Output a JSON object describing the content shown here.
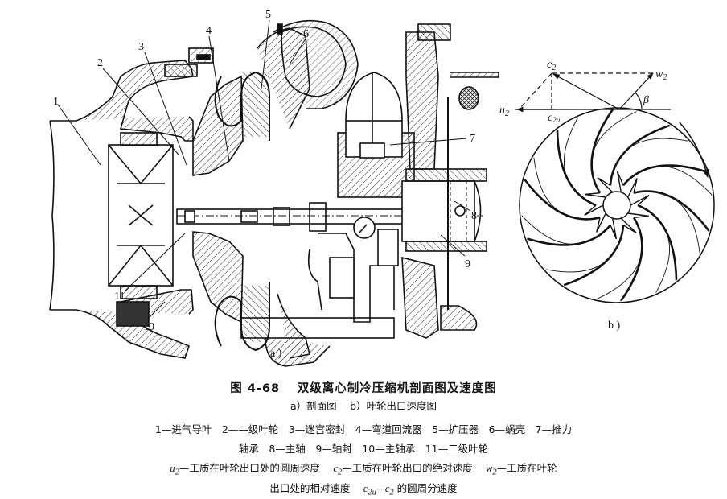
{
  "figure": {
    "number": "图 4-68",
    "title": "双级离心制冷压缩机剖面图及速度图",
    "subcaption": {
      "a_label": "a）剖面图",
      "b_label": "b）叶轮出口速度图"
    },
    "panel_a_label": "a )",
    "panel_b_label": "b )"
  },
  "cross_section": {
    "callouts": [
      "1",
      "2",
      "3",
      "4",
      "5",
      "6",
      "7",
      "8",
      "9",
      "10",
      "11"
    ]
  },
  "velocity_diagram": {
    "labels": {
      "c2": "c",
      "c2_sub": "2",
      "w2": "w",
      "w2_sub": "2",
      "u2": "u",
      "u2_sub": "2",
      "c2u": "c",
      "c2u_sub": "2u",
      "beta": "β"
    },
    "impeller_blade_count": 10
  },
  "legend": {
    "parts_line1": "1—进气导叶　2——级叶轮　3—迷宫密封　4—弯道回流器　5—扩压器　6—蜗壳　7—推力",
    "parts_line2": "轴承　8—主轴　9—轴封　10—主轴承　11—二级叶轮",
    "symbols": [
      {
        "sym": "u",
        "sub": "2",
        "desc": "—工质在叶轮出口处的圆周速度"
      },
      {
        "sym": "c",
        "sub": "2",
        "desc": "—工质在叶轮出口的绝对速度"
      },
      {
        "sym": "w",
        "sub": "2",
        "desc": "—工质在叶轮"
      }
    ],
    "symbols_line2_prefix": "出口处的相对速度",
    "symbols_line2_sym": "c",
    "symbols_line2_sub": "2u",
    "symbols_line2_desc": "—c",
    "symbols_line2_desc_sub": "2",
    "symbols_line2_tail": " 的圆周分速度"
  }
}
